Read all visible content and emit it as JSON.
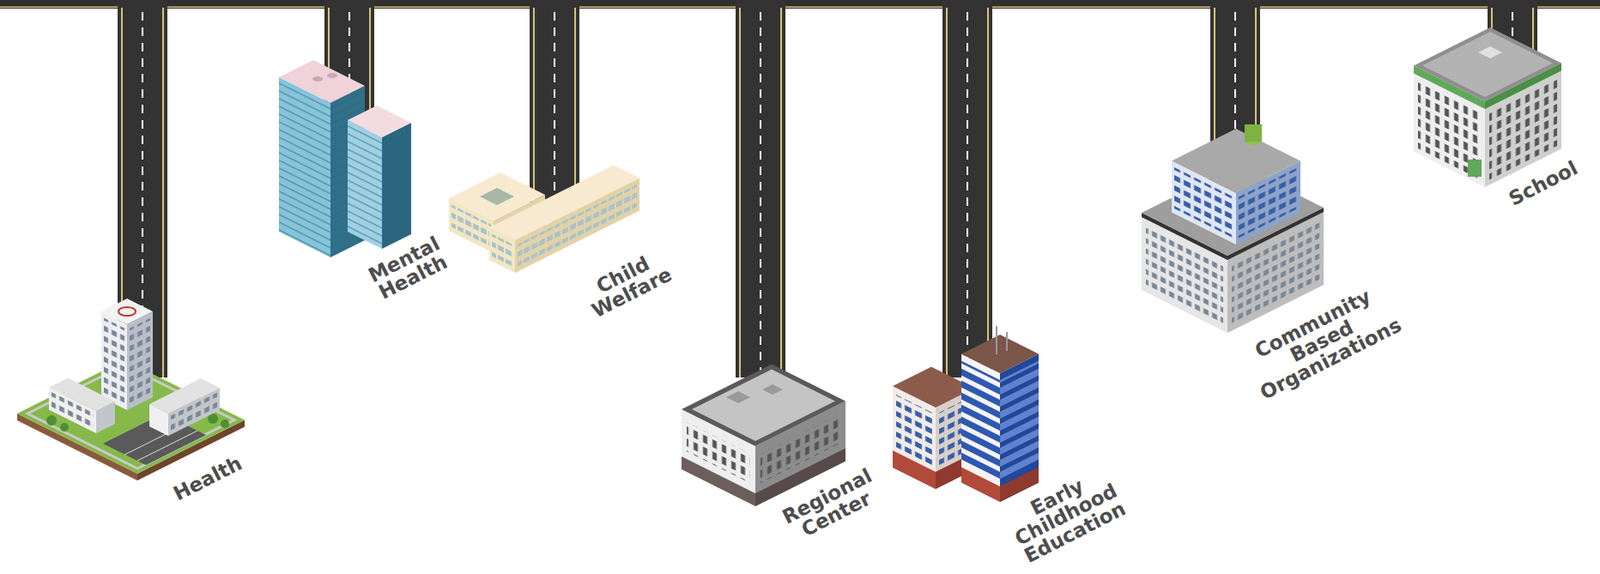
{
  "diagram": {
    "labels": [
      "Health",
      "Mental Health",
      "Child Welfare",
      "Regional Center",
      "Early Childhood Education",
      "Community Based Organizations",
      "School"
    ]
  }
}
